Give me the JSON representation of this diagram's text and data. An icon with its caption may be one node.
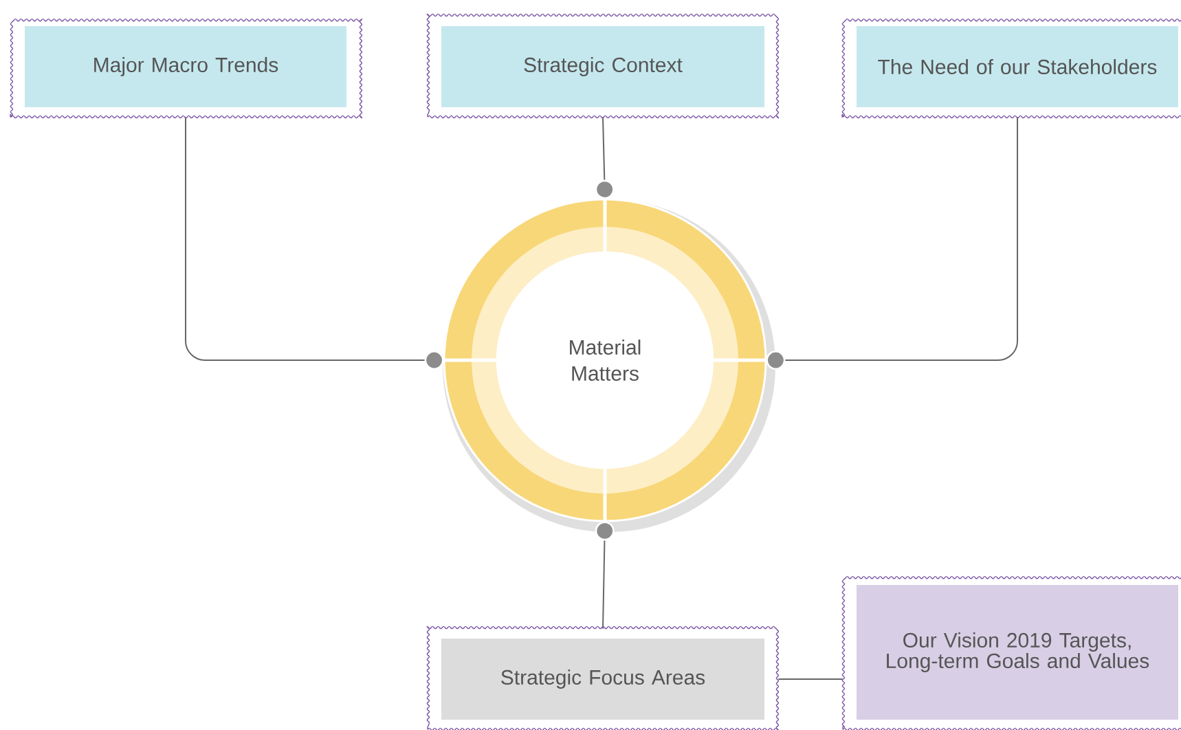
{
  "diagram": {
    "nodes": [
      {
        "text": [
          "Major Macro Trends"
        ]
      },
      {
        "text": [
          "Strategic Context"
        ]
      },
      {
        "text": [
          "The Need of our Stakeholders"
        ]
      },
      {
        "text": [
          "Material Matters"
        ]
      },
      {
        "text": [
          "Strategic Focus Areas"
        ]
      },
      {
        "text": [
          "Our Vision 2019 Targets, Long-term Goals and Values"
        ]
      }
    ],
    "edges": [
      {
        "from": 3,
        "to": 0,
        "arrow": "other"
      },
      {
        "from": 3,
        "to": 1,
        "arrow": "other"
      },
      {
        "from": 3,
        "to": 2,
        "arrow": "other"
      },
      {
        "from": 3,
        "to": 4,
        "arrow": "other"
      },
      {
        "from": 4,
        "to": 5,
        "arrow": "none"
      }
    ]
  }
}
